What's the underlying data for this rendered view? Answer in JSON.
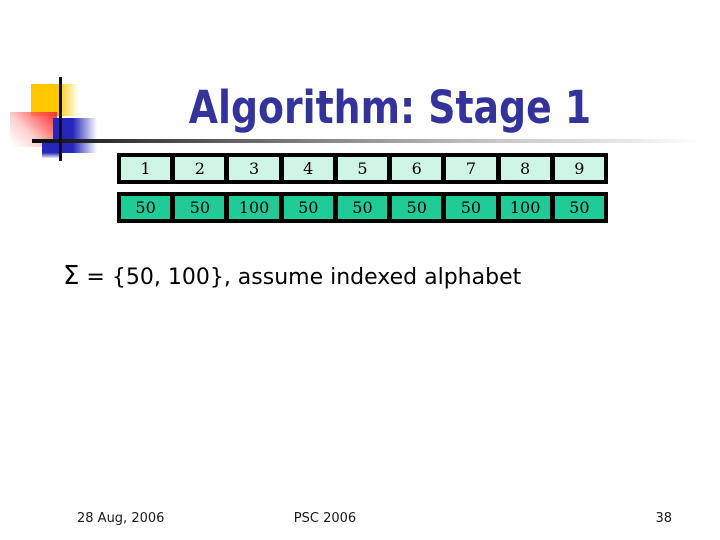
{
  "slide": {
    "title": "Algorithm: Stage 1",
    "table": {
      "index_cells": [
        "1",
        "2",
        "3",
        "4",
        "5",
        "6",
        "7",
        "8",
        "9"
      ],
      "value_cells": [
        "50",
        "50",
        "100",
        "50",
        "50",
        "50",
        "50",
        "100",
        "50"
      ]
    },
    "body": {
      "sigma": "Σ",
      "rest": " = {50, 100}, assume indexed alphabet"
    },
    "footer": {
      "date": "28 Aug, 2006",
      "center": "PSC 2006",
      "page_number": "38"
    },
    "colors": {
      "title_text": "#333399",
      "index_row_bg": "#cdf4e4",
      "value_row_bg": "#21cb98",
      "table_border": "#000000",
      "decoration_yellow": "#ffc800",
      "decoration_red": "#ff3333",
      "decoration_blue": "#2626bb"
    }
  }
}
